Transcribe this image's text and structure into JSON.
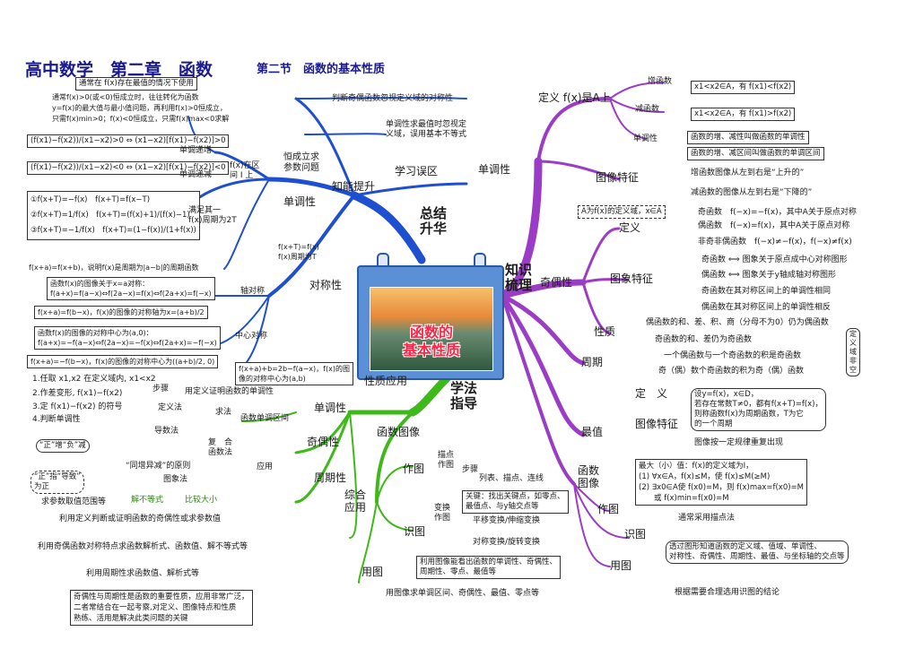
{
  "header": {
    "title": "高中数学　第二章　函数",
    "section": "第二节　函数的基本性质"
  },
  "center": {
    "label_line1": "函数的",
    "label_line2": "基本性质"
  },
  "main_branches": {
    "summary": "总结\n升华",
    "knowledge": "知识\n梳理",
    "method": "学法\n指导",
    "property_app": "性质应用"
  },
  "summary": {
    "misconceptions": "学习误区",
    "ability": "知能提升",
    "mono_label": "单调性",
    "mis1": "判断奇偶函数忽视定义域的对称性",
    "mis2": "单调性求最值时忽视定\n义域，误用基本不等式",
    "constant": "恒成立求\n参数问题",
    "hint": "通常在 f(x)存在最值的情况下使用",
    "const_text": "通常f(x)>0(或<0)恒成立时，往往转化为函数\ny=f(x)的最大值与最小值问题，再利用f(x)>0恒成立，\n只需f(x)min>0；f(x)<0恒成立，只需f(x)max<0求解",
    "mono_inc_formula": "(f(x1)−f(x2))/(x1−x2)>0 ⇔ (x1−x2)[f(x1)−f(x2)]>0",
    "mono_inc": "单调递增",
    "mono_dec_formula": "(f(x1)−f(x2))/(x1−x2)<0 ⇔ (x1−x2)[f(x1)−f(x2)]<0",
    "mono_dec": "单调递减",
    "interval": "f(x)在区\n间 I 上",
    "period_box": "①f(x+T)=−f(x)　f(x+T)=f(x−T)\n②f(x+T)=1/f(x)　f(x+T)=(f(x)+1)/(f(x)−1)\n③f(x+T)=−1/f(x)　f(x+T)=(1−f(x))/(1+f(x))",
    "period_note": "满足其一\nf(x)周期为2T",
    "period_ab": "f(x+a)=f(x+b)，说明f(x)是周期为|a−b|的周期函数",
    "period_T": "f(x+T)=f(x)\nf(x)周期为T",
    "sym_label": "对称性",
    "axis_sym": "轴对称",
    "axis_box": "函数f(x)的图像关于x=a对称：\nf(a+x)=f(a−x)⇔f(2a−x)=f(x)⇔f(2a+x)=f(−x)",
    "axis_box2": "f(x+a)=f(b−x)，f(x)的图像的对称轴为x=(a+b)/2",
    "center_sym": "中心对称",
    "center_box": "函数f(x)的图像的对称中心为(a,0)：\nf(a+x)=−f(a−x)⇔f(2a−x)=−f(x)⇔f(2a+x)=−f(−x)",
    "center_box2": "f(x+a)=−f(b−x)，f(x)的图像的对称中心为((a+b)/2, 0)",
    "center_box3": "f(x+a)+b=2b−f(a−x)，f(x)的图\n像的对称中心为(a,b)"
  },
  "knowledge": {
    "mono": "单调性",
    "def": "定义 f(x)是A上",
    "inc": "增函数",
    "inc_def": "x1<x2∈A，有 f(x1)<f(x2)",
    "dec": "减函数",
    "dec_def": "x1<x2∈A，有 f(x1)>f(x2)",
    "mono_sub": "单调性",
    "mono_1": "函数的增、减性叫做函数的单调性",
    "mono_2": "函数的增、减区间叫做函数的单调区间",
    "graph": "图像特征",
    "graph_1": "增函数图像从左到右是“上升的”",
    "graph_2": "减函数的图像从左到右是“下降的”",
    "parity": "奇偶性",
    "domain_cond": "A为f(x)的定义域，x∈A",
    "def2": "定义",
    "odd": "奇函数　f(−x)=−f(x)，其中A关于原点对称",
    "even": "偶函数　f(−x)=f(x)，其中A关于原点对称",
    "neither": "非奇非偶函数　f(−x)≠−f(x)，f(−x)≠f(x)",
    "img_feature": "图象特征",
    "odd_img": "奇函数 ⟺ 图象关于原点成中心对称图形",
    "even_img": "偶函数 ⟺ 图象关于y轴成轴对称图形",
    "odd_mono": "奇函数在其对称区间上的单调性相同",
    "even_mono": "偶函数在其对称区间上的单调性相反",
    "nature": "性质",
    "nat_1": "偶函数的和、差、积、商（分母不为0）仍为偶函数",
    "nat_2": "奇函数的和、差仍为奇函数",
    "nat_3": "一个偶函数与一个奇函数的积是奇函数",
    "nat_4": "奇（偶）数个奇函数的积为奇（偶）函数",
    "domain_side": "定\n义\n域\n非\n空",
    "period": "周期",
    "period_def": "定　义",
    "period_def_text": "设y=f(x)，x∈D，\n若存在常数T≠0，都有f(x+T)=f(x)，\n则称函数f(x)为周期函数，T为它\n的一个周期",
    "period_img": "图像特征",
    "period_img_text": "图像按一定规律重复出现",
    "extreme": "最值",
    "fn_graph": "函数\n图像",
    "extreme_text": "最大（小）值：f(x)的定义域为I，\n(1) ∀x∈A，f(x)≤M，使 f(x)≤M(≥M)\n(2) ∃x0∈A使 f(x0)=M，则 f(x)max=f(x0)=M\n　　或 f(x)min=f(x0)=M",
    "draw": "作图",
    "draw_text": "通常采用描点法",
    "read": "识图",
    "read_text": "透过图形知道函数的定义域、值域、单调性、\n对称性、奇偶性、周期性、最值、与坐标轴的交点等",
    "use": "用图",
    "use_text": "根据需要合理选用识图的结论"
  },
  "method": {
    "fn_img": "函数图像",
    "draw": "作图",
    "plot": "描点\n作图",
    "steps": "步骤",
    "steps_text": "列表、描点、连线",
    "key": "关键：找出关键点，如零点、\n最值点、与y轴交点等",
    "transform": "变换\n作图",
    "t1": "平移变换/伸缩变换",
    "t2": "对称变换/旋转变换",
    "read": "识图",
    "read_text": "利用图像能看出函数的单调性、奇偶性、\n周期性、零点、最值等",
    "use": "用图",
    "use_text": "用图像求单调区间、奇偶性、最值、零点等",
    "combined": "综合\n应用",
    "combined_text": "奇偶性与周期性是函数的重要性质，应用非常广泛，\n二者常结合在一起考察,对定义、图像特点和性质\n熟练、活用是解决此类问题的关键"
  },
  "application": {
    "mono": "单调性",
    "parity": "奇偶性",
    "periodicity": "周期性",
    "steps_label": "步骤",
    "step1": "1.任取 x1,x2 在定义域内, x1<x2",
    "step2": "2.作差变形, f(x1)−f(x2)",
    "step3": "3.定 f(x1)−f(x2) 的符号",
    "step4": "4.判断单调性",
    "def_proof": "用定义证明函数的单调性",
    "mono_interval": "函数单调区间",
    "find": "求法",
    "def_method": "定义法",
    "derivative": "导数法",
    "composite": "复　合\n函数法",
    "positive": "“正”增“负”减",
    "same_inc": "“同增异减”的原则",
    "graph_method": "图象法",
    "apply": "应用",
    "zheng": "“正”指“导致”\n为正",
    "compare": "比较大小",
    "inequality": "解不等式",
    "param": "求参数取值范围等",
    "parity_text": "利用定义判断或证明函数的奇偶性或求参数值",
    "parity_text2": "利用奇偶函数对称特点求函数解析式、函数值、解不等式等",
    "period_text": "利用周期性求函数值、解析式等"
  }
}
